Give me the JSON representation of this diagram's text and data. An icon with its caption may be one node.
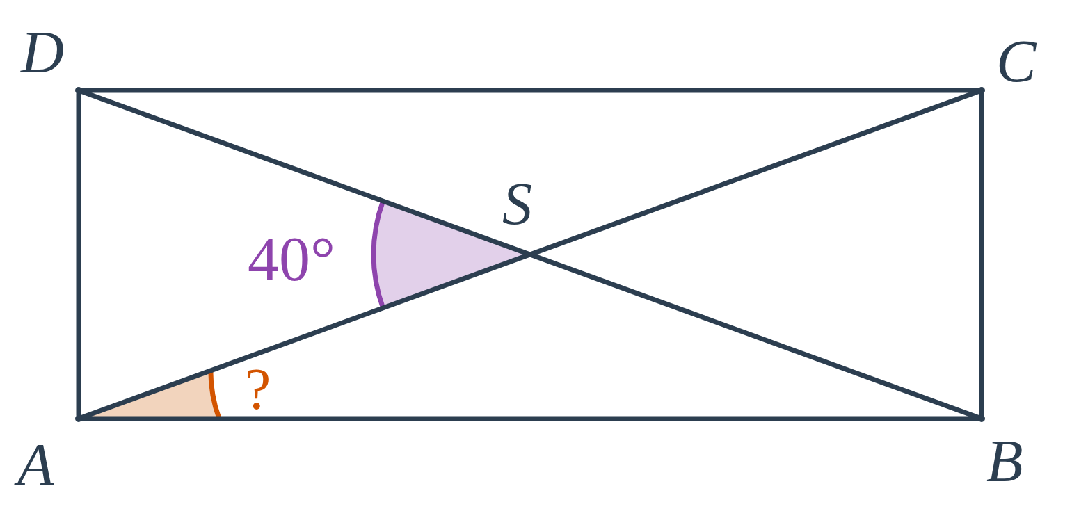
{
  "diagram": {
    "nodes": [
      {
        "text": [],
        "shape": "point",
        "beside": [
          "D"
        ]
      },
      {
        "text": [],
        "shape": "point",
        "beside": [
          "C"
        ]
      },
      {
        "text": [],
        "shape": "point",
        "beside": [
          "A"
        ]
      },
      {
        "text": [],
        "shape": "point",
        "beside": [
          "B"
        ]
      }
    ],
    "edges": [
      {
        "from": 0,
        "to": 1,
        "arrow": "none"
      },
      {
        "from": 1,
        "to": 3,
        "arrow": "none"
      },
      {
        "from": 3,
        "to": 2,
        "arrow": "none"
      },
      {
        "from": 2,
        "to": 0,
        "arrow": "none"
      },
      {
        "from": 0,
        "to": 3,
        "arrow": "none"
      },
      {
        "from": 2,
        "to": 1,
        "arrow": "none"
      }
    ],
    "labels": [
      "S",
      "40°",
      "?"
    ]
  }
}
